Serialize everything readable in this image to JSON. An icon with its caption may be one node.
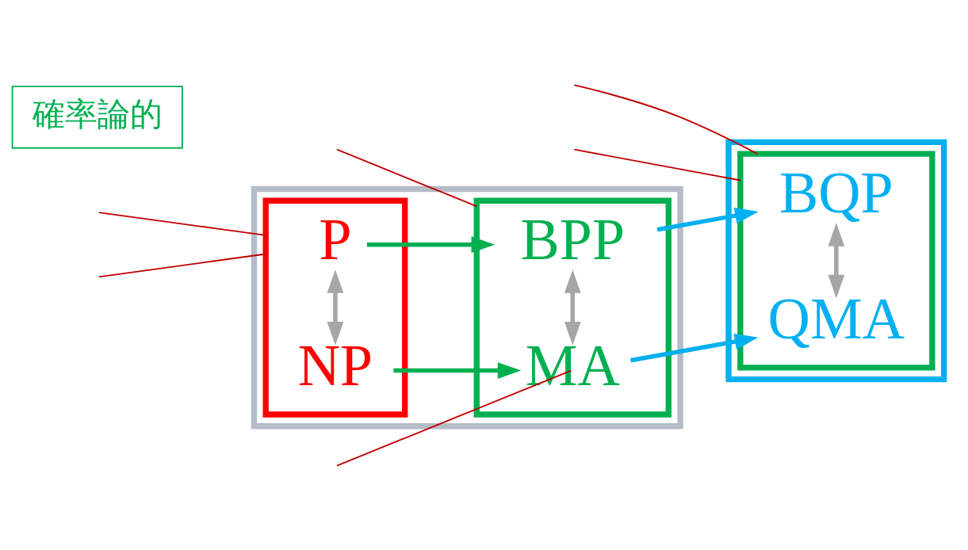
{
  "diagram": {
    "nodes": [
      {
        "text": [],
        "shape": "box"
      },
      {
        "text": [],
        "shape": "box",
        "in": 0
      },
      {
        "text": [
          "P"
        ],
        "in": 1
      },
      {
        "text": [
          "NP"
        ],
        "in": 1
      },
      {
        "text": [],
        "shape": "box",
        "in": 0
      },
      {
        "text": [
          "BPP"
        ],
        "in": 4
      },
      {
        "text": [
          "MA"
        ],
        "in": 4
      },
      {
        "text": [],
        "shape": "box"
      },
      {
        "text": [],
        "shape": "box",
        "in": 7
      },
      {
        "text": [
          "BQP"
        ],
        "in": 8
      },
      {
        "text": [
          "QMA"
        ],
        "in": 8
      },
      {
        "text": [
          "確率論的"
        ]
      }
    ],
    "edges": [
      {
        "from": 2,
        "to": 5,
        "arrow": "to",
        "color": "#00b050"
      },
      {
        "from": 3,
        "to": 6,
        "arrow": "to",
        "color": "#00b050"
      },
      {
        "from": 5,
        "to": 9,
        "arrow": "to",
        "color": "#00b0f0"
      },
      {
        "from": 6,
        "to": 10,
        "arrow": "to",
        "color": "#00b0f0"
      },
      {
        "from": 2,
        "to": 3,
        "arrow": "both",
        "color": "#a6a6a6"
      },
      {
        "from": 5,
        "to": 6,
        "arrow": "both",
        "color": "#a6a6a6"
      },
      {
        "from": 9,
        "to": 10,
        "arrow": "both",
        "color": "#a6a6a6"
      },
      {
        "from": null,
        "to": 1,
        "arrow": "none"
      },
      {
        "from": null,
        "to": 4,
        "arrow": "none"
      },
      {
        "from": null,
        "to": 8,
        "arrow": "none"
      },
      {
        "from": null,
        "to": 1,
        "arrow": "none"
      },
      {
        "from": null,
        "to": 6,
        "arrow": "none"
      },
      {
        "from": null,
        "to": 8,
        "arrow": "none"
      }
    ]
  }
}
